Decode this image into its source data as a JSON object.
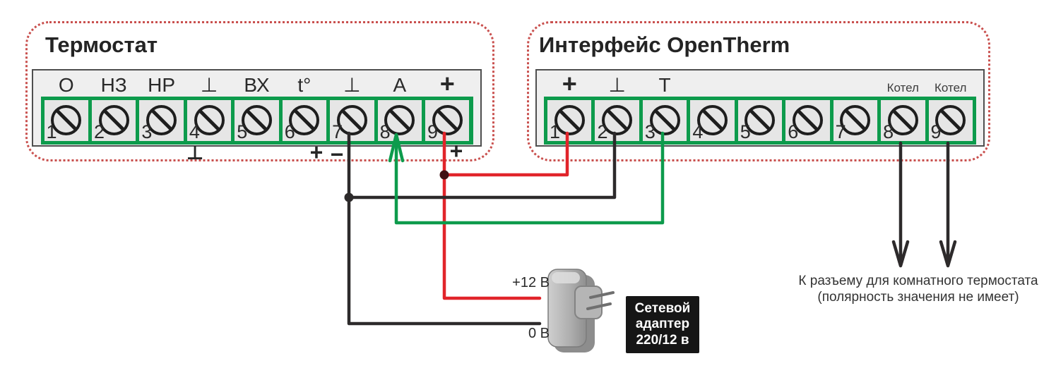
{
  "colors": {
    "accent_green": "#0d9b4c",
    "wire_red": "#e1242a",
    "wire_black": "#2d2a2b",
    "dotted_border_red": "#c9504e"
  },
  "thermostat": {
    "title": "Термостат",
    "terminals": [
      {
        "number": "1",
        "label": "О"
      },
      {
        "number": "2",
        "label": "НЗ"
      },
      {
        "number": "3",
        "label": "НР"
      },
      {
        "number": "4",
        "label": "⊥"
      },
      {
        "number": "5",
        "label": "ВХ"
      },
      {
        "number": "6",
        "label": "t°"
      },
      {
        "number": "7",
        "label": "⊥"
      },
      {
        "number": "8",
        "label": "А"
      },
      {
        "number": "9",
        "label": "+"
      }
    ],
    "below_marks": {
      "ground": "⊥",
      "plus": "+",
      "minus": "−",
      "plus9": "+"
    }
  },
  "opentherm": {
    "title": "Интерфейс OpenTherm",
    "terminals": [
      {
        "number": "1",
        "label": "+"
      },
      {
        "number": "2",
        "label": "⊥"
      },
      {
        "number": "3",
        "label": "Т"
      },
      {
        "number": "4",
        "label": ""
      },
      {
        "number": "5",
        "label": ""
      },
      {
        "number": "6",
        "label": ""
      },
      {
        "number": "7",
        "label": ""
      },
      {
        "number": "8",
        "label": "Котел"
      },
      {
        "number": "9",
        "label": "Котел"
      }
    ]
  },
  "power": {
    "plus_label": "+12 В",
    "zero_label": "0 В",
    "adapter_lines": [
      "Сетевой",
      "адаптер",
      "220/12 в"
    ]
  },
  "boiler_note": {
    "line1": "К разъему для комнатного термостата",
    "line2": "(полярность значения не имеет)"
  }
}
